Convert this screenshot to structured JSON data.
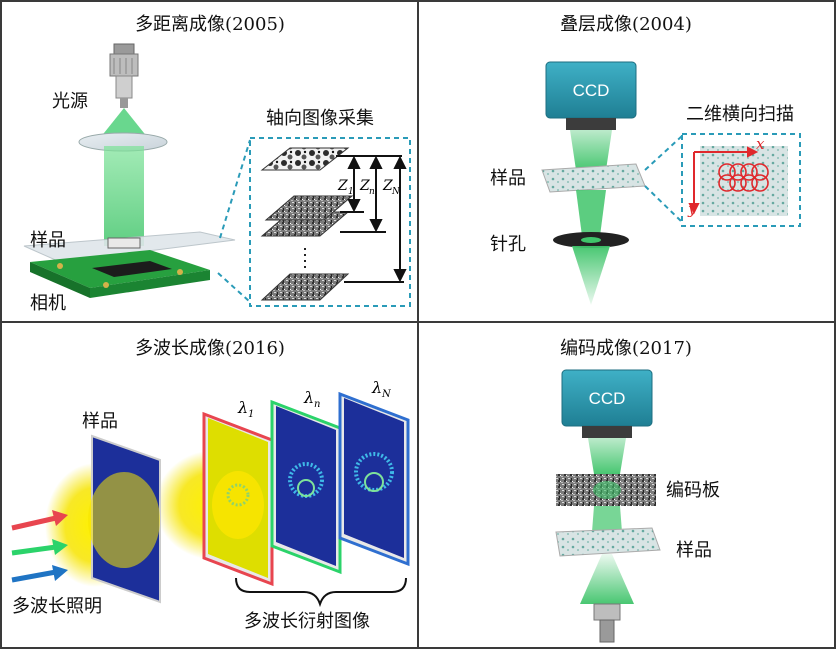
{
  "panels": {
    "multi_distance": {
      "title": "多距离成像(2005)",
      "light_source": "光源",
      "sample": "样品",
      "camera": "相机",
      "axial_acquisition": "轴向图像采集",
      "z_labels": [
        "Z",
        "1",
        "Z",
        "n",
        "Z",
        "N"
      ]
    },
    "ptychography": {
      "title": "叠层成像(2004)",
      "ccd": "CCD",
      "scan": "二维横向扫描",
      "sample": "样品",
      "pinhole": "针孔",
      "axis_x": "x",
      "axis_y": "y"
    },
    "multi_wavelength": {
      "title": "多波长成像(2016)",
      "sample": "样品",
      "illumination": "多波长照明",
      "diffraction": "多波长衍射图像",
      "lambda_labels": [
        "λ",
        "1",
        "λ",
        "n",
        "λ",
        "N"
      ]
    },
    "coded": {
      "title": "编码成像(2017)",
      "ccd": "CCD",
      "coded_plate": "编码板",
      "sample": "样品"
    }
  },
  "colors": {
    "border": "#3a3a3a",
    "dashed": "#2a9bb8",
    "ccd_body": "#2d97ad",
    "green_beam": "#3fc46a",
    "pcb": "#1f8a33",
    "blue_screen": "#1c2f9a",
    "yellow_glow": "#f6e400",
    "red_grid": "#e0282c",
    "arrow_red": "#e8454f",
    "arrow_green": "#2bd36a",
    "arrow_blue": "#1f74c4"
  }
}
